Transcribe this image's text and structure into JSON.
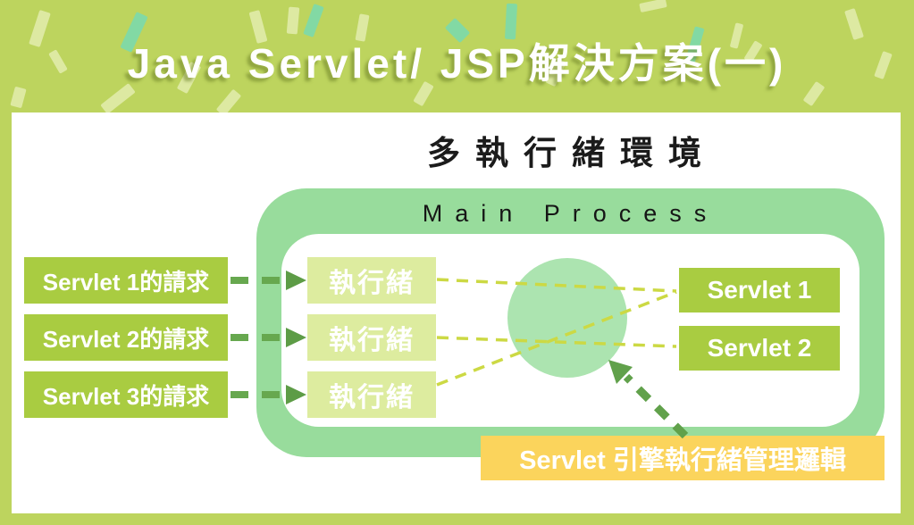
{
  "title": "Java Servlet/ JSP解決方案(一)",
  "diagram": {
    "environment_heading": "多執行緒環境",
    "process_label": "Main Process",
    "requests": [
      "Servlet 1的請求",
      "Servlet 2的請求",
      "Servlet 3的請求"
    ],
    "threads": [
      "執行緒",
      "執行緒",
      "執行緒"
    ],
    "servlets": [
      "Servlet 1",
      "Servlet 2"
    ],
    "engine_label": "Servlet 引擎執行緒管理邏輯"
  },
  "colors": {
    "background": "#bdd45e",
    "panel": "#ffffff",
    "process_container": "#98dc9c",
    "thread_pool_circle": "#ace4b0",
    "request_box": "#a9cc41",
    "thread_box": "#ddec9f",
    "servlet_box": "#a9cc41",
    "engine_box": "#fbd45c",
    "arrow_green": "#67a84f",
    "dispatch_line": "#ccd944",
    "confetti_light": "#dde9a2",
    "confetti_mint": "#82d9a4",
    "title_text": "#ffffff",
    "heading_text": "#1b1b1b"
  }
}
